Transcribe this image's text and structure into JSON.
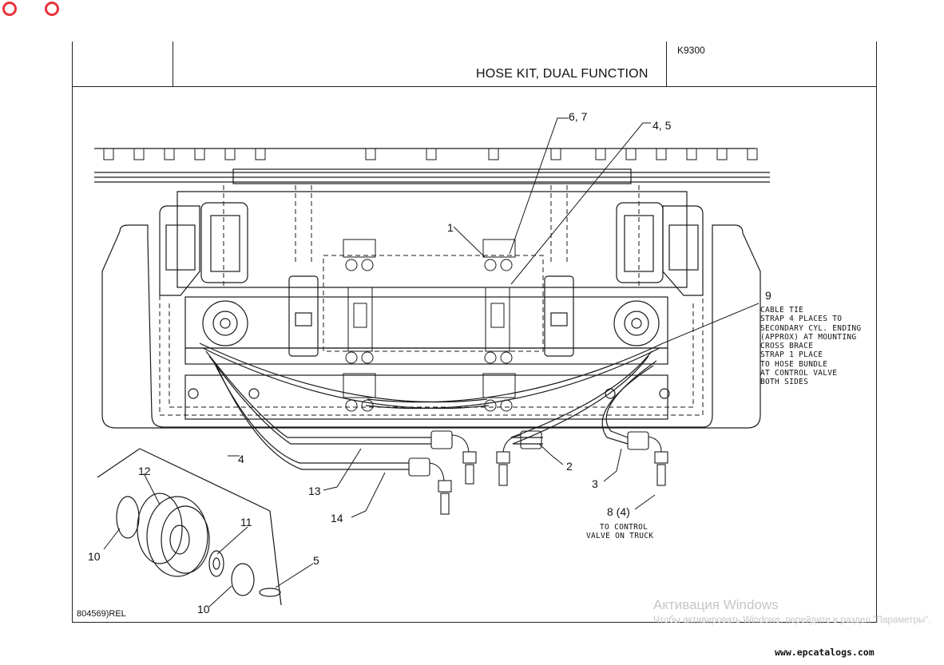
{
  "window": {
    "close_icon": "red-circle-icon",
    "maximize_icon": "red-circle-icon"
  },
  "header": {
    "drawing_code": "K9300",
    "title": "HOSE KIT, DUAL FUNCTION"
  },
  "callouts": {
    "c67": "6, 7",
    "c45": "4, 5",
    "c1": "1",
    "c9": "9",
    "c2": "2",
    "c3": "3",
    "c13": "13",
    "c14": "14",
    "c4": "4",
    "c12": "12",
    "c11": "11",
    "c10a": "10",
    "c10b": "10",
    "c5": "5",
    "c8": "8 (4)"
  },
  "notes": {
    "cable_tie": [
      "CABLE TIE",
      "STRAP 4 PLACES TO",
      "SECONDARY CYL. ENDING",
      "(APPROX) AT MOUNTING",
      "CROSS BRACE",
      "STRAP 1 PLACE",
      "TO HOSE BUNDLE",
      "AT CONTROL VALVE",
      "BOTH SIDES"
    ],
    "to_control": [
      "TO CONTROL",
      "VALVE ON TRUCK"
    ]
  },
  "footer": {
    "drawing_ref": "804569)REL",
    "website": "www.epcatalogs.com"
  },
  "watermark": {
    "line1": "Активация Windows",
    "line2": "Чтобы активировать Windows, перейдите в раздел \"Параметры\"."
  }
}
